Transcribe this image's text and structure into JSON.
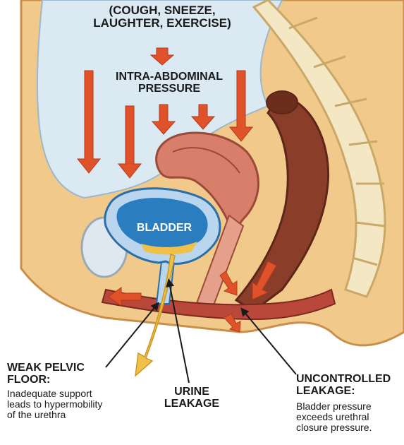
{
  "labels": {
    "triggers": "(COUGH, SNEEZE,\nLAUGHTER, EXERCISE)",
    "pressure": "INTRA-ABDOMINAL\nPRESSURE",
    "bladder": "BLADDER",
    "pelvic_floor_title": "WEAK PELVIC\nFLOOR:",
    "pelvic_floor_desc": "Inadequate support\nleads to hypermobility\nof the urethra",
    "urine_leakage": "URINE\nLEAKAGE",
    "leakage_title": "UNCONTROLLED\nLEAKAGE:",
    "leakage_desc": "Bladder pressure\nexceeds urethral\nclosure pressure."
  },
  "colors": {
    "cavity": "#dbe9f3",
    "skin": "#f1c98a",
    "arrow": "#e0532a",
    "bladder_fill": "#2a7ec0",
    "bladder_wall": "#b9d6ee",
    "urine": "#f0c04a",
    "muscle": "#b9473a",
    "bone": "#f3e7c4"
  }
}
